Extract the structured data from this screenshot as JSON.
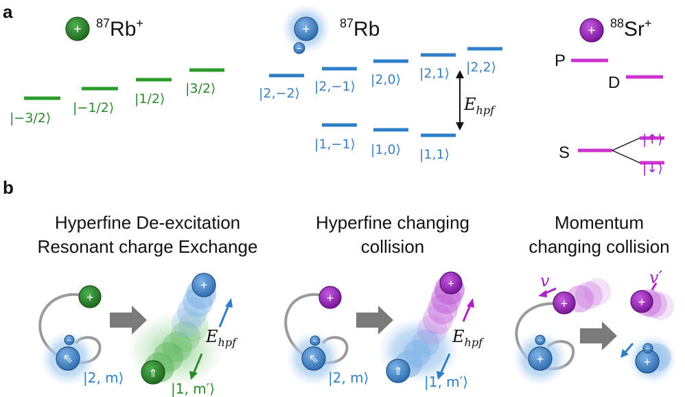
{
  "panels": {
    "a": "a",
    "b": "b"
  },
  "species": {
    "rb_ion": {
      "mass": "87",
      "name": "Rb",
      "charge": "+"
    },
    "rb_atom": {
      "mass": "87",
      "name": "Rb"
    },
    "sr_ion": {
      "mass": "88",
      "name": "Sr",
      "charge": "+"
    }
  },
  "rb_ion_levels": [
    "|−3/2⟩",
    "|−1/2⟩",
    "|1/2⟩",
    "|3/2⟩"
  ],
  "rb_atom_upper_levels": [
    "|2,−2⟩",
    "|2,−1⟩",
    "|2,0⟩",
    "|2,1⟩",
    "|2,2⟩"
  ],
  "rb_atom_lower_levels": [
    "|1,−1⟩",
    "|1,0⟩",
    "|1,1⟩"
  ],
  "energy": {
    "E": "E",
    "sub": "hpf"
  },
  "sr_levels": {
    "P": "P",
    "D": "D",
    "S": "S",
    "up": "|↑⟩",
    "down": "|↓⟩"
  },
  "titles": {
    "t1_line1": "Hyperfine De-excitation",
    "t1_line2": "Resonant charge Exchange",
    "t2_line1": "Hyperfine changing",
    "t2_line2": "collision",
    "t3_line1": "Momentum",
    "t3_line2": "changing collision"
  },
  "kets": {
    "initial": "|2, m⟩",
    "final": "|1, m′⟩"
  },
  "velocity": {
    "v": "v",
    "v_prime": "v′"
  },
  "symbols": {
    "plus": "+",
    "minus": "−"
  },
  "colors": {
    "green": "#2a8a2a",
    "blue": "#3a7fc0",
    "magenta": "#cc33cc",
    "purple": "#9020b0",
    "arrow_gray": "#7a7a7a"
  }
}
